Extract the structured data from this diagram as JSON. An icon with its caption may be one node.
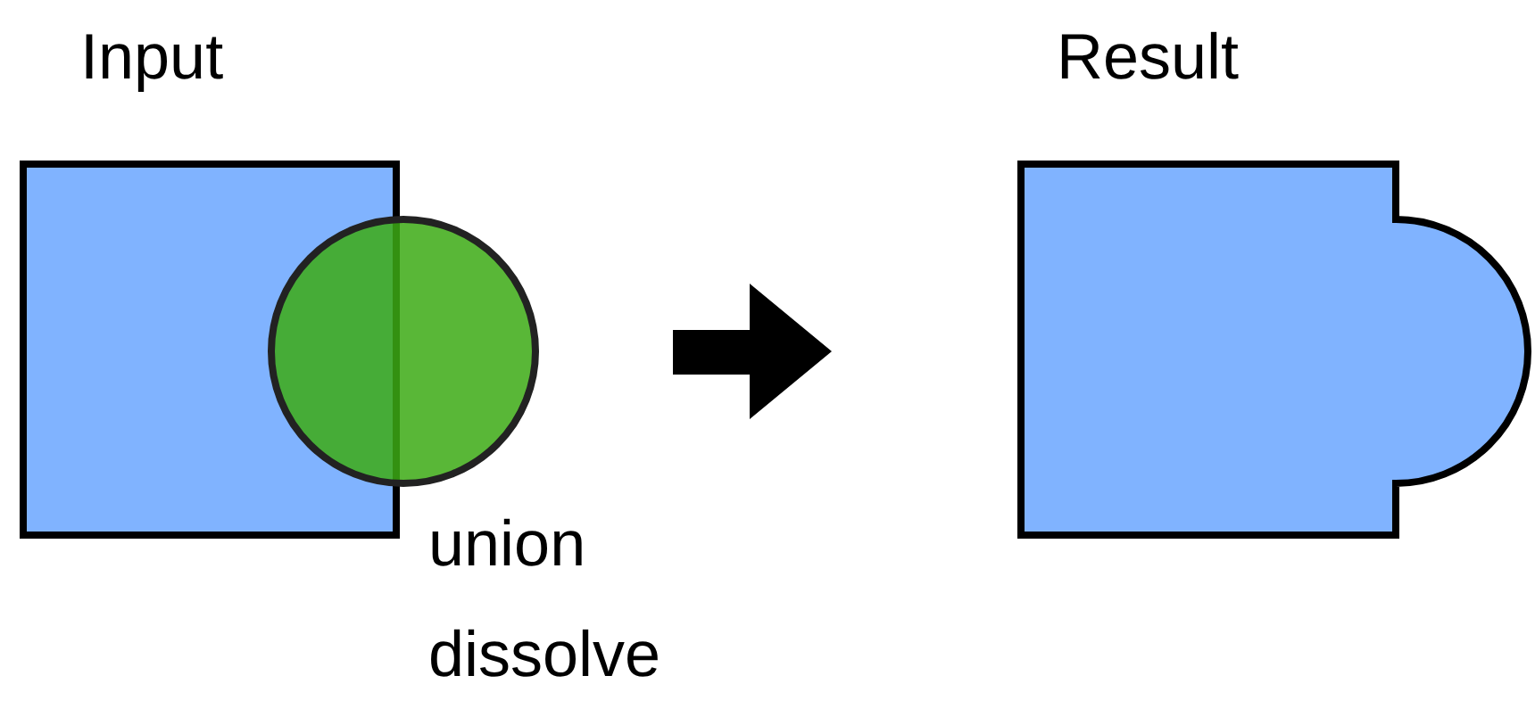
{
  "diagram": {
    "nodes": [
      {
        "text": [
          "Input"
        ]
      },
      {
        "text": [],
        "shape": "circle"
      },
      {
        "text": [
          "Result"
        ]
      }
    ],
    "labels": [
      "union dissolve"
    ]
  }
}
